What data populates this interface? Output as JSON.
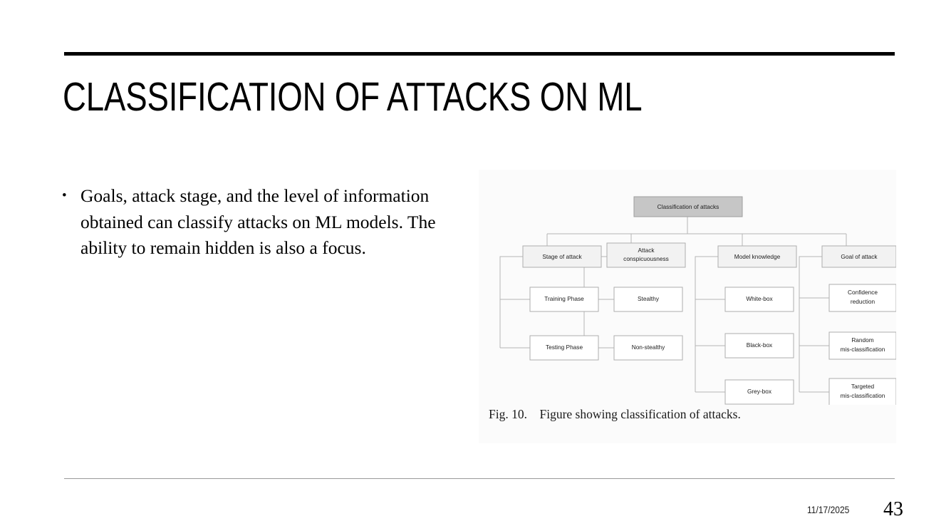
{
  "slide": {
    "title": "CLASSIFICATION OF ATTACKS ON ML",
    "bullet_mark": "•",
    "body_text": "Goals, attack stage, and the level of information obtained can classify attacks on ML models. The ability to remain hidden is also a focus.",
    "footer": {
      "date": "11/17/2025",
      "page_number": "43"
    }
  },
  "figure": {
    "caption": "Fig. 10.    Figure showing classification of attacks.",
    "colors": {
      "root_fill": "#c6c6c6",
      "branch_fill": "#f2f2f2",
      "leaf_fill": "#ffffff",
      "border": "#adadad",
      "connector": "#b5b5b5",
      "panel_background": "#fbfbfb"
    },
    "root": {
      "label": "Classification of attacks"
    },
    "branches": [
      {
        "label": "Stage of attack",
        "leaves": [
          {
            "label": "Training Phase"
          },
          {
            "label": "Testing Phase"
          }
        ]
      },
      {
        "label": "Attack conspicuousness",
        "label_line1": "Attack",
        "label_line2": "conspicuousness",
        "leaves": [
          {
            "label": "Stealthy"
          },
          {
            "label": "Non-stealthy"
          }
        ]
      },
      {
        "label": "Model knowledge",
        "leaves": [
          {
            "label": "White-box"
          },
          {
            "label": "Black-box"
          },
          {
            "label": "Grey-box"
          }
        ]
      },
      {
        "label": "Goal of attack",
        "leaves": [
          {
            "label": "Confidence reduction",
            "line1": "Confidence",
            "line2": "reduction"
          },
          {
            "label": "Random mis-classification",
            "line1": "Random",
            "line2": "mis-classification"
          },
          {
            "label": "Targeted mis-classification",
            "line1": "Targeted",
            "line2": "mis-classification"
          }
        ]
      }
    ]
  }
}
